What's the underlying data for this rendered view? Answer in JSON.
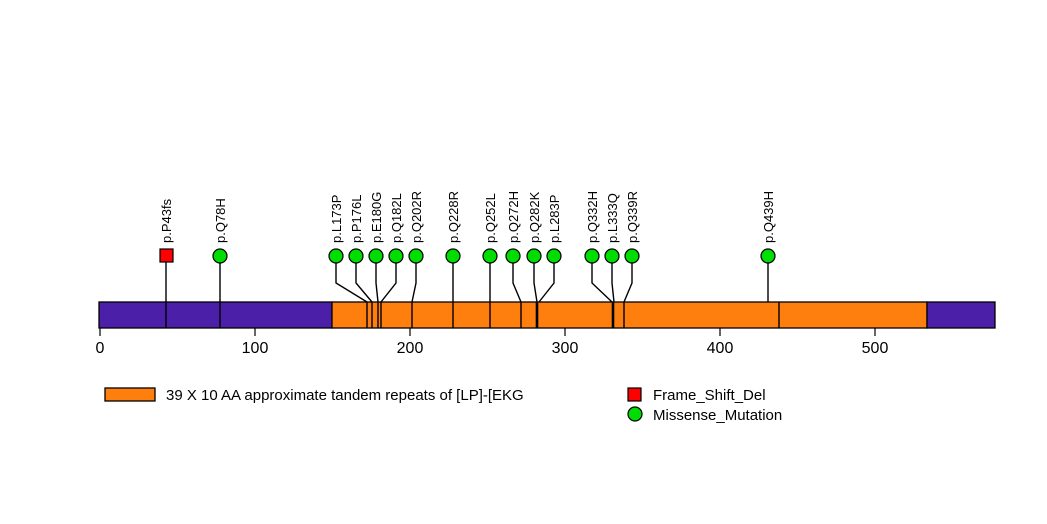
{
  "chart_data": {
    "type": "lollipop",
    "title": "",
    "xlabel": "",
    "ylabel": "",
    "protein_length": 578,
    "axis": {
      "ticks": [
        0,
        100,
        200,
        300,
        400,
        500
      ],
      "tick_labels": [
        "0",
        "100",
        "200",
        "300",
        "400",
        "500"
      ],
      "xlim": [
        0,
        578
      ]
    },
    "domains": [
      {
        "name": "backbone-left",
        "start": 0,
        "end": 150,
        "color": "#4B1FA8"
      },
      {
        "name": "tandem-repeat-domain",
        "start": 150,
        "end": 535,
        "color": "#FF7F0E"
      },
      {
        "name": "backbone-right",
        "start": 535,
        "end": 578,
        "color": "#4B1FA8"
      }
    ],
    "mutations": [
      {
        "label": "p.P43fs",
        "position": 43,
        "type": "Frame_Shift_Del",
        "shape": "square",
        "color": "#FF0000",
        "count": 1
      },
      {
        "label": "p.Q78H",
        "position": 78,
        "type": "Missense_Mutation",
        "shape": "circle",
        "color": "#00DD00",
        "count": 1
      },
      {
        "label": "p.L173P",
        "position": 173,
        "type": "Missense_Mutation",
        "shape": "circle",
        "color": "#00DD00",
        "count": 1
      },
      {
        "label": "p.P176L",
        "position": 176,
        "type": "Missense_Mutation",
        "shape": "circle",
        "color": "#00DD00",
        "count": 1
      },
      {
        "label": "p.E180G",
        "position": 180,
        "type": "Missense_Mutation",
        "shape": "circle",
        "color": "#00DD00",
        "count": 1
      },
      {
        "label": "p.Q182L",
        "position": 182,
        "type": "Missense_Mutation",
        "shape": "circle",
        "color": "#00DD00",
        "count": 1
      },
      {
        "label": "p.Q202R",
        "position": 202,
        "type": "Missense_Mutation",
        "shape": "circle",
        "color": "#00DD00",
        "count": 1
      },
      {
        "label": "p.Q228R",
        "position": 228,
        "type": "Missense_Mutation",
        "shape": "circle",
        "color": "#00DD00",
        "count": 1
      },
      {
        "label": "p.Q252L",
        "position": 252,
        "type": "Missense_Mutation",
        "shape": "circle",
        "color": "#00DD00",
        "count": 1
      },
      {
        "label": "p.Q272H",
        "position": 272,
        "type": "Missense_Mutation",
        "shape": "circle",
        "color": "#00DD00",
        "count": 1
      },
      {
        "label": "p.Q282K",
        "position": 282,
        "type": "Missense_Mutation",
        "shape": "circle",
        "color": "#00DD00",
        "count": 1
      },
      {
        "label": "p.L283P",
        "position": 283,
        "type": "Missense_Mutation",
        "shape": "circle",
        "color": "#00DD00",
        "count": 1
      },
      {
        "label": "p.Q332H",
        "position": 332,
        "type": "Missense_Mutation",
        "shape": "circle",
        "color": "#00DD00",
        "count": 1
      },
      {
        "label": "p.L333Q",
        "position": 333,
        "type": "Missense_Mutation",
        "shape": "circle",
        "color": "#00DD00",
        "count": 1
      },
      {
        "label": "p.Q339R",
        "position": 339,
        "type": "Missense_Mutation",
        "shape": "circle",
        "color": "#00DD00",
        "count": 1
      },
      {
        "label": "p.Q439H",
        "position": 439,
        "type": "Missense_Mutation",
        "shape": "circle",
        "color": "#00DD00",
        "count": 1
      }
    ],
    "legend": {
      "domain_entries": [
        {
          "label": "39 X 10 AA approximate tandem repeats of [LP]-[EKG",
          "color": "#FF7F0E",
          "shape": "rect"
        }
      ],
      "mutation_entries": [
        {
          "label": "Frame_Shift_Del",
          "color": "#FF0000",
          "shape": "square"
        },
        {
          "label": "Missense_Mutation",
          "color": "#00DD00",
          "shape": "circle"
        }
      ]
    }
  }
}
